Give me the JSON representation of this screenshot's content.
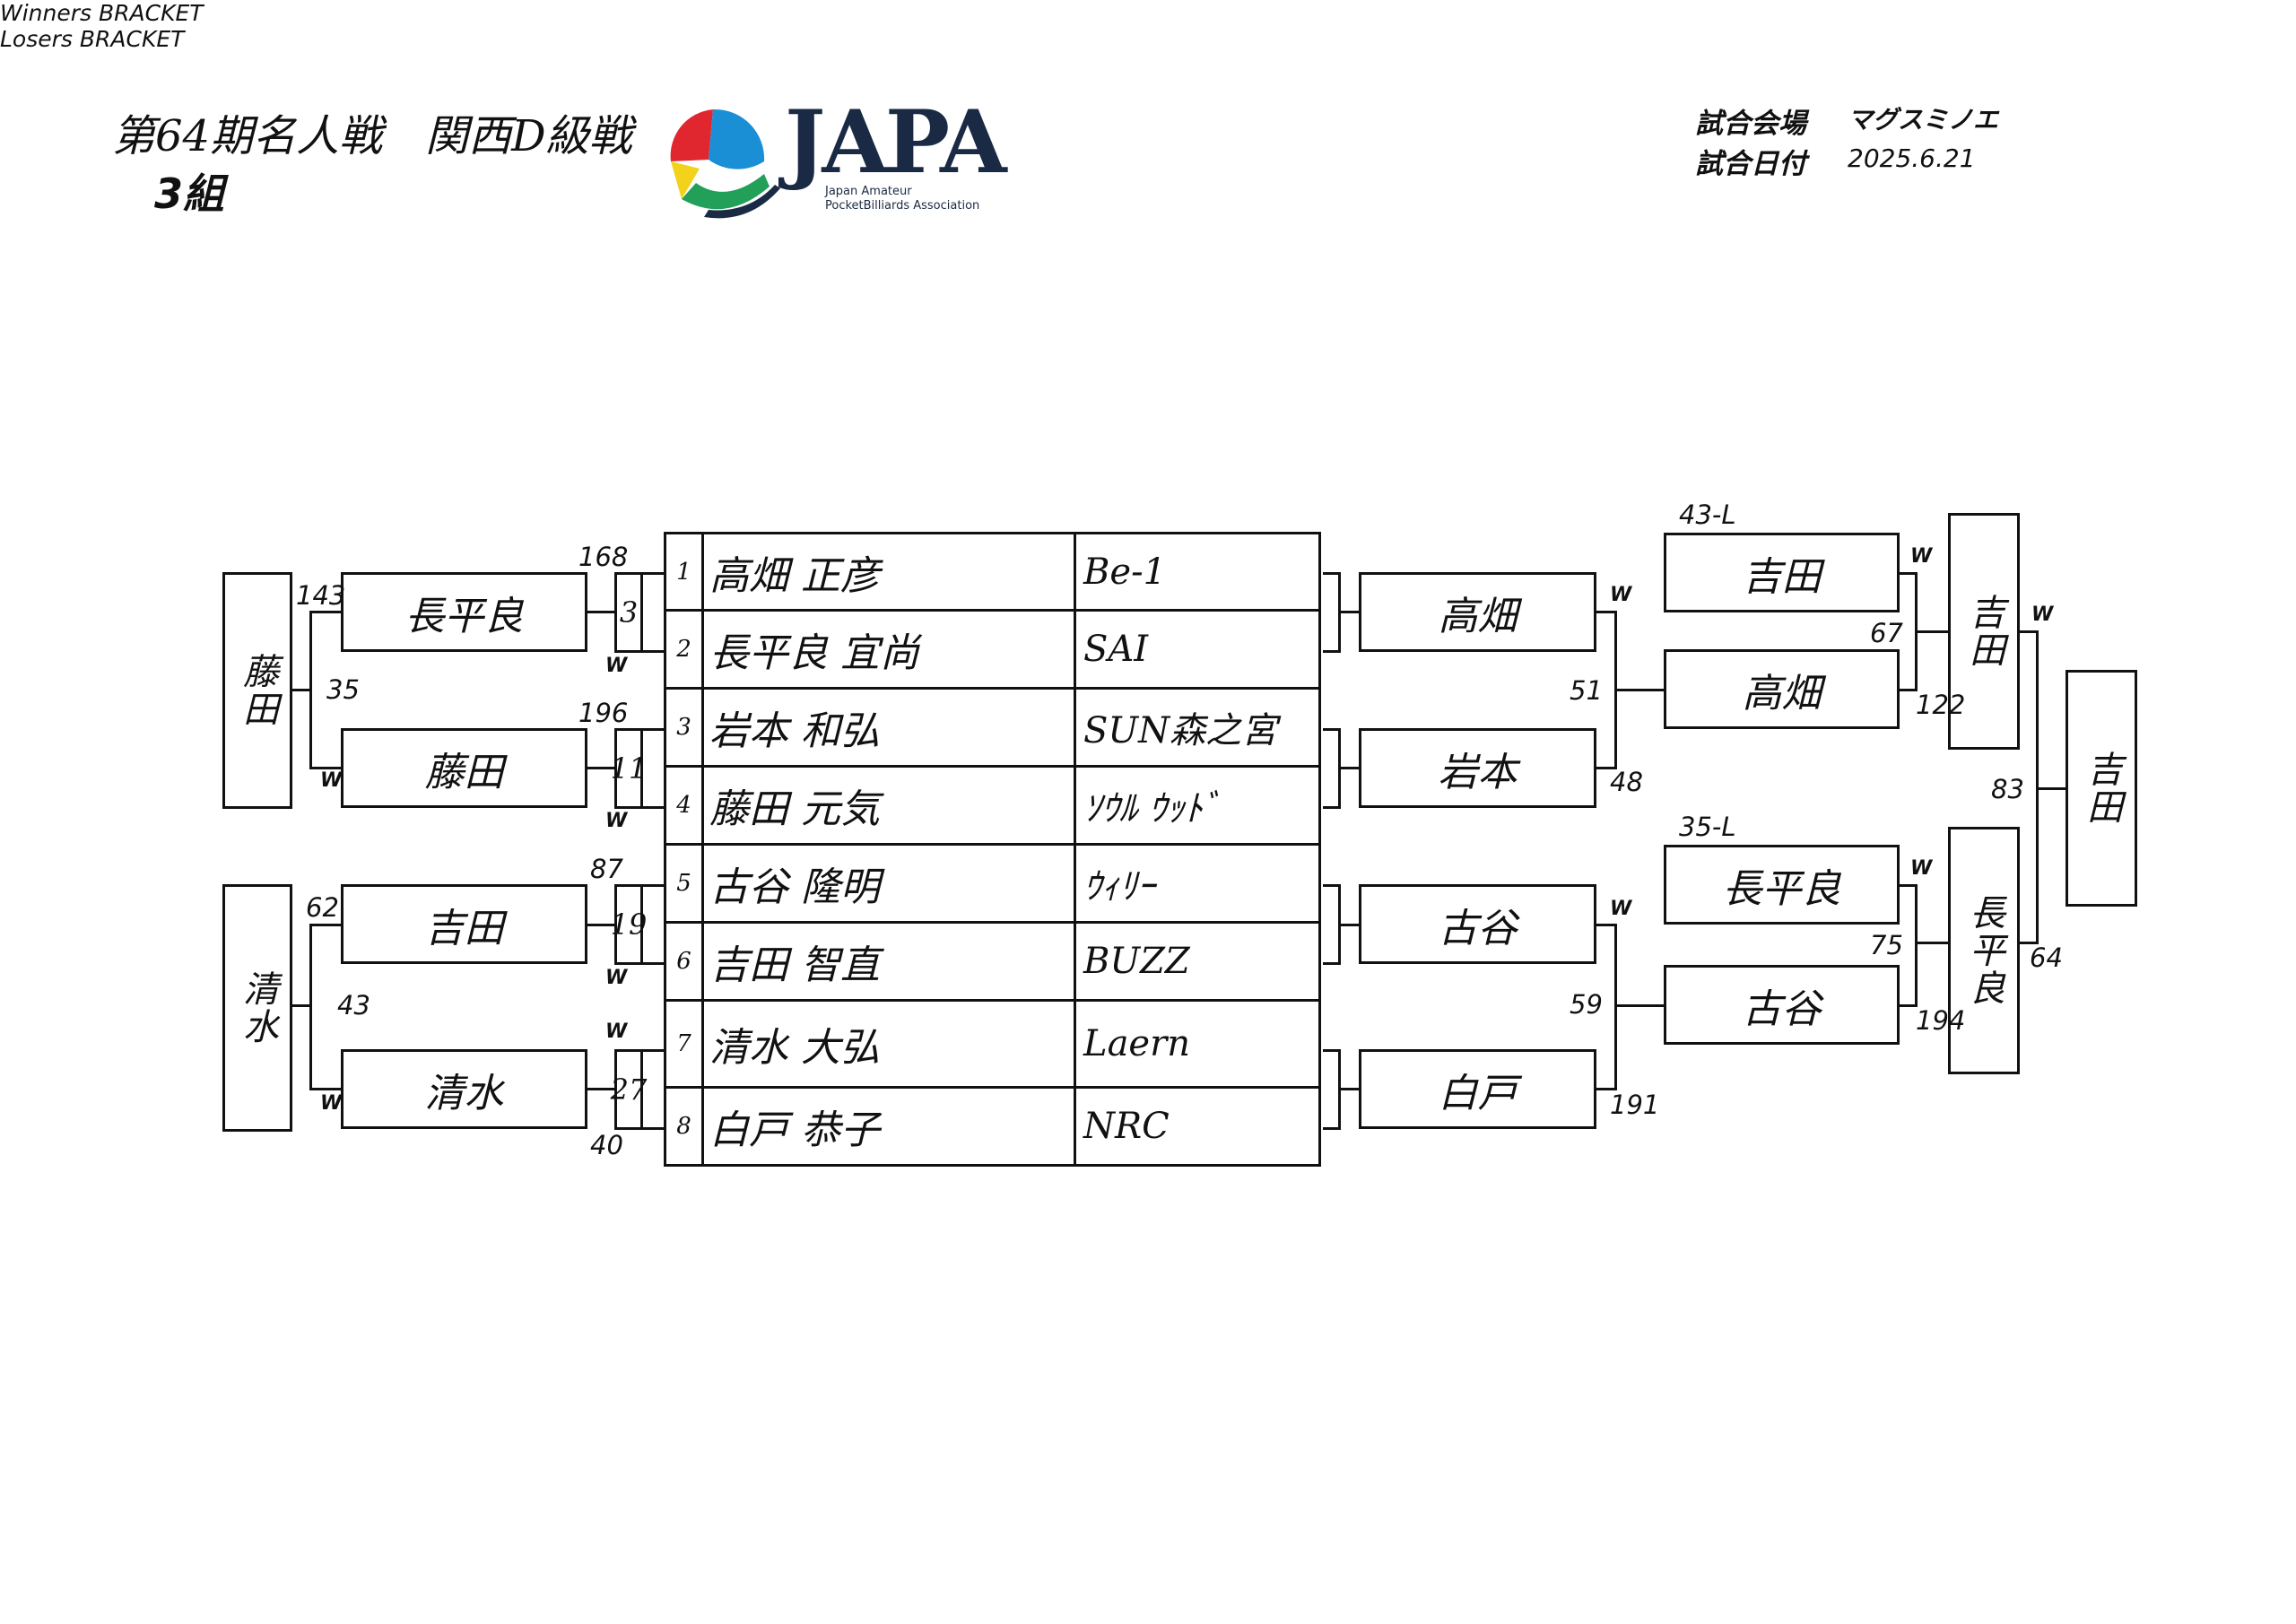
{
  "header": {
    "title": "第64期名人戦　関西D級戦",
    "group": "3組",
    "venue_label": "試合会場",
    "venue": "マグスミノエ",
    "date_label": "試合日付",
    "date": "2025.6.21"
  },
  "logo": {
    "text": "JAPA",
    "sub1": "Japan Amateur",
    "sub2": "PocketBilliards Association",
    "colors": [
      "#e0262f",
      "#1a8fd6",
      "#22a05a",
      "#f2d21a",
      "#1b2a44"
    ]
  },
  "entries": [
    {
      "no": "1",
      "name": "高畑 正彦",
      "team": "Be-1"
    },
    {
      "no": "2",
      "name": "長平良 宜尚",
      "team": "SAI"
    },
    {
      "no": "3",
      "name": "岩本 和弘",
      "team": "SUN森之宮"
    },
    {
      "no": "4",
      "name": "藤田 元気",
      "team": "ｿｳﾙ ｳｯﾄﾞ"
    },
    {
      "no": "5",
      "name": "古谷 隆明",
      "team": "ｳｨﾘｰ"
    },
    {
      "no": "6",
      "name": "吉田 智直",
      "team": "BUZZ"
    },
    {
      "no": "7",
      "name": "清水 大弘",
      "team": "Laern"
    },
    {
      "no": "8",
      "name": "白戸 恭子",
      "team": "NRC"
    }
  ],
  "winners": {
    "label": "Winners BRACKET",
    "w": "W",
    "r1": [
      "3",
      "11",
      "19",
      "27"
    ],
    "r1_nums": {
      "m1_top": "168",
      "m2_top": "196",
      "m3_top": "87",
      "m4_bot": "40"
    },
    "r2": [
      "長平良",
      "藤田",
      "吉田",
      "清水"
    ],
    "r2_nums": {
      "a": "143",
      "b": "62"
    },
    "r3": [
      "藤田",
      "清水"
    ],
    "r3_nums": {
      "a": "35",
      "b": "43"
    }
  },
  "losers": {
    "label": "Losers BRACKET",
    "r1": [
      "高畑",
      "岩本",
      "古谷",
      "白戸"
    ],
    "r1_nums": {
      "a": "51",
      "b": "48",
      "c": "59",
      "d": "191"
    },
    "drop_labels": [
      "43-L",
      "35-L"
    ],
    "r2_top": [
      "吉田",
      "高畑"
    ],
    "r2_bot": [
      "長平良",
      "古谷"
    ],
    "r2_nums": {
      "a": "67",
      "b": "122",
      "c": "75",
      "d": "194"
    },
    "r3": [
      "吉田",
      "長平良"
    ],
    "final_nums": {
      "a": "83",
      "b": "64"
    },
    "winner": "吉田"
  }
}
